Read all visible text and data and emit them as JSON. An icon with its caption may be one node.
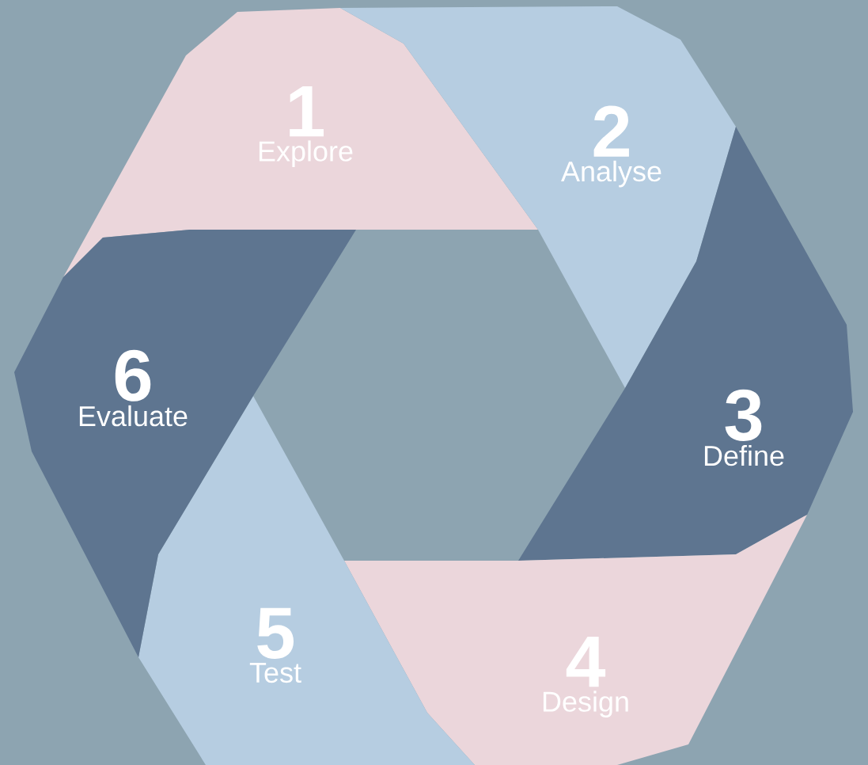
{
  "diagram": {
    "nodes": [
      {
        "text": [
          "1",
          "Explore"
        ]
      },
      {
        "text": [
          "2",
          "Analyse"
        ]
      },
      {
        "text": [
          "3",
          "Define"
        ]
      },
      {
        "text": [
          "4",
          "Design"
        ]
      },
      {
        "text": [
          "5",
          "Test"
        ]
      },
      {
        "text": [
          "6",
          "Evaluate"
        ]
      }
    ]
  }
}
